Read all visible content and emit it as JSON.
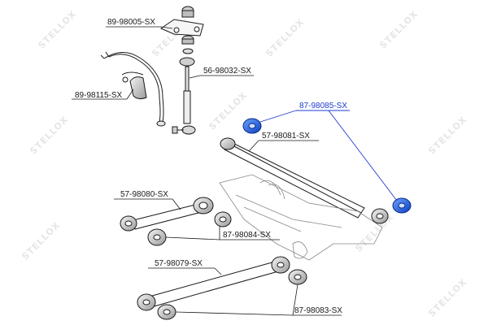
{
  "watermark": {
    "text": "STELLOX"
  },
  "colors": {
    "highlight": "#1d3bd1",
    "part_line": "#1a1a1a",
    "bushing_blue": "#1e5bd8"
  },
  "labels": {
    "p1": "89-98005-SX",
    "p2": "56-98032-SX",
    "p3": "89-98115-SX",
    "p4": "87-98085-SX",
    "p5": "57-98081-SX",
    "p6": "57-98080-SX",
    "p7": "87-98084-SX",
    "p8": "57-98079-SX",
    "p9": "87-98083-SX"
  }
}
